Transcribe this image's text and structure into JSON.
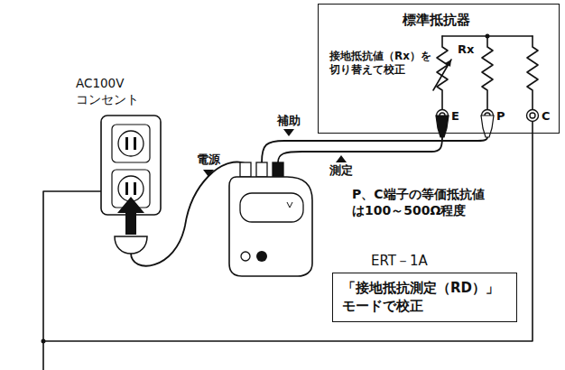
{
  "diagram": {
    "nodes": [
      {
        "text": [
          "標準抵抗器",
          "接地抵抗値（Rx）を 切り替えて校正",
          "Rx",
          "E",
          "P",
          "C"
        ]
      },
      {
        "text": [
          "ERT－1A",
          "「接地抵抗測定（RD）」 モードで校正"
        ]
      }
    ],
    "labels": [
      "AC100V コンセント",
      "電源",
      "補助",
      "測定",
      "P、C端子の等価抵抗値 は100～500Ω程度"
    ]
  }
}
